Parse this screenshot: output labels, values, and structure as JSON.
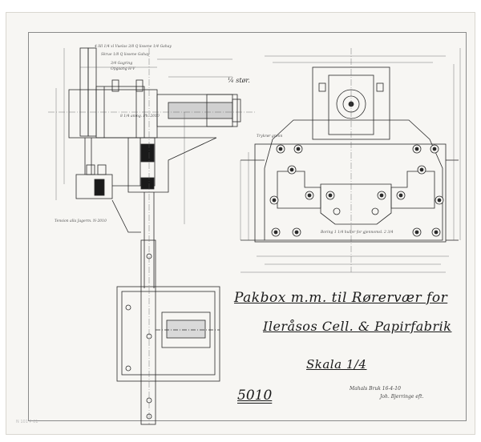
{
  "title": {
    "line1": "Pakbox m.m. til Rørervær for",
    "line2": "Ileråsos Cell. & Papirfabrik",
    "line3": "Skala 1/4"
  },
  "drawing_number": "5010",
  "corner_scale": "¼ stør.",
  "signature": {
    "line1": "Mahals Bruk 16-4-10",
    "line2": "Joh. Bjerringe eft."
  },
  "archive_stamp": "N 101 P 01",
  "notes": {
    "belt_spec": "4 lill 1/4 xl Vuelas 3/8 Q lissene 1/4 Gahay",
    "bolt_spec": "Skrue 1/8 Q lissene Gahay",
    "bushing": "3/4 Gagring",
    "oil_cup": "Opgaang H-V",
    "tension": "Tension alla Jagerm. N-2010",
    "bearing": "8 1/4 anmg. Ph. 2010",
    "pipe": "Trykrør grønn",
    "holes": "Boring 1 1/4 huller for gjennomsl. 2 3/4"
  },
  "colors": {
    "paper": "#f7f6f3",
    "ink": "#2a2a2a",
    "dimension": "#555555",
    "border": "#8a8a8a"
  }
}
